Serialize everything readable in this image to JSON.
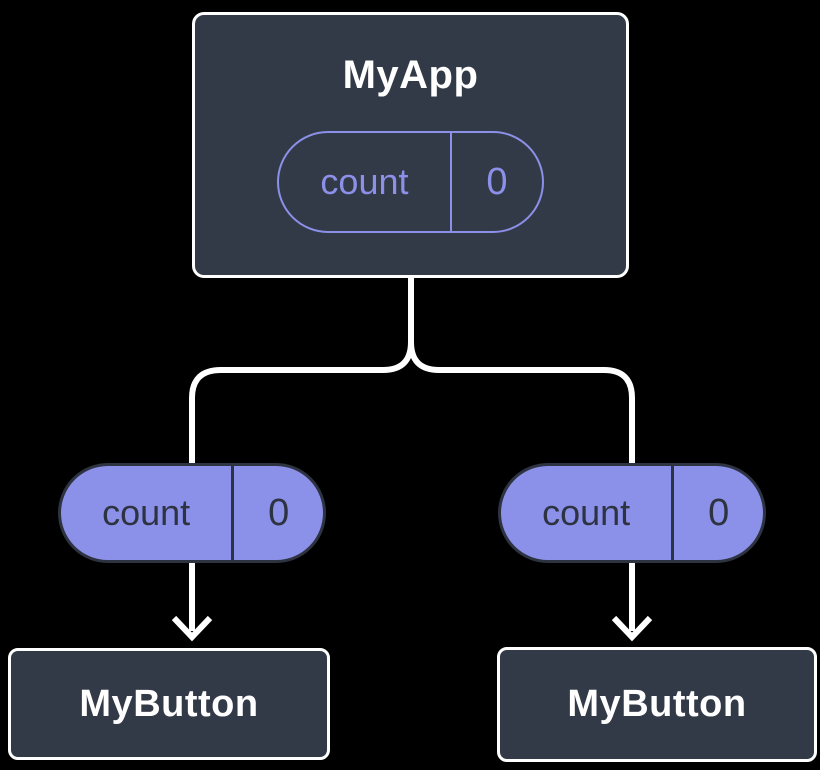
{
  "diagram": {
    "type": "component-tree",
    "background": "#000000",
    "colors": {
      "card_bg": "#333A47",
      "card_border": "#FFFFFF",
      "accent_purple": "#8B90E8",
      "pill_dark_text": "#2D3340",
      "connector": "#FFFFFF",
      "title_text": "#FFFFFF"
    },
    "root": {
      "title": "MyApp",
      "state_pill": {
        "name": "count",
        "value": "0"
      }
    },
    "children": [
      {
        "title": "MyButton",
        "prop_pill": {
          "name": "count",
          "value": "0"
        }
      },
      {
        "title": "MyButton",
        "prop_pill": {
          "name": "count",
          "value": "0"
        }
      }
    ]
  }
}
